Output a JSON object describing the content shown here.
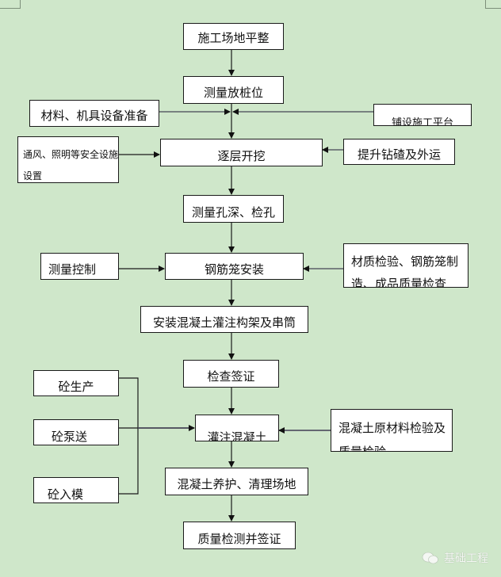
{
  "diagram": {
    "type": "flowchart",
    "main_steps": [
      {
        "id": "site_leveling",
        "label": "施工场地平整"
      },
      {
        "id": "pile_layout",
        "label": "测量放桩位"
      },
      {
        "id": "layered_excavation",
        "label": "逐层开挖"
      },
      {
        "id": "hole_depth_check",
        "label": "测量孔深、检孔"
      },
      {
        "id": "cage_install",
        "label": "钢筋笼安装"
      },
      {
        "id": "frame_install",
        "label": "安装混凝土灌注构架及串筒"
      },
      {
        "id": "inspection_signoff",
        "label": "检查签证"
      },
      {
        "id": "concrete_pouring",
        "label": "灌注混凝土"
      },
      {
        "id": "curing_cleanup",
        "label": "混凝土养护、清理场地"
      },
      {
        "id": "quality_test_signoff",
        "label": "质量检测并签证"
      }
    ],
    "side_inputs": [
      {
        "id": "materials_prep",
        "label": "材料、机具设备准备",
        "target": "layered_excavation",
        "side": "left"
      },
      {
        "id": "platform_setup",
        "label": "铺设施工平台",
        "target": "layered_excavation",
        "side": "right"
      },
      {
        "id": "safety_facilities",
        "label": "通风、照明等安全设施设置",
        "target": "layered_excavation",
        "side": "left"
      },
      {
        "id": "muck_removal",
        "label": "提升钻碴及外运",
        "target": "layered_excavation",
        "side": "right"
      },
      {
        "id": "survey_control",
        "label": "测量控制",
        "target": "cage_install",
        "side": "left"
      },
      {
        "id": "cage_qc",
        "label": "材质检验、钢筋笼制造、成品质量检查",
        "target": "cage_install",
        "side": "right"
      },
      {
        "id": "concrete_production",
        "label": "砼生产",
        "target": "concrete_pouring",
        "side": "left"
      },
      {
        "id": "concrete_pumping",
        "label": "砼泵送",
        "target": "concrete_pouring",
        "side": "left"
      },
      {
        "id": "concrete_placing",
        "label": "砼入模",
        "target": "concrete_pouring",
        "side": "left"
      },
      {
        "id": "concrete_qc",
        "label": "混凝土原材料检验及质量检验",
        "target": "concrete_pouring",
        "side": "right"
      }
    ]
  },
  "watermark": {
    "icon": "wechat-icon",
    "text": "基础工程"
  }
}
